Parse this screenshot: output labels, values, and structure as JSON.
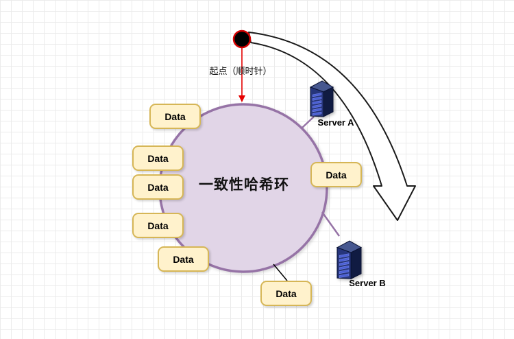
{
  "diagram": {
    "title": "一致性哈希环",
    "start_label": "起点（顺时针）",
    "data_nodes": [
      {
        "label": "Data"
      },
      {
        "label": "Data"
      },
      {
        "label": "Data"
      },
      {
        "label": "Data"
      },
      {
        "label": "Data"
      },
      {
        "label": "Data"
      },
      {
        "label": "Data"
      }
    ],
    "servers": [
      {
        "label": "Server A"
      },
      {
        "label": "Server B"
      }
    ],
    "colors": {
      "ring_fill": "#e1d5e7",
      "ring_stroke": "#9673a6",
      "data_node_fill": "#fff2cc",
      "data_node_stroke": "#d6b656",
      "start_dot_fill": "#000000",
      "start_dot_stroke": "#d40000",
      "start_pointer_arrow": "#e60000",
      "flow_arrow_fill": "#ffffff",
      "flow_arrow_stroke": "#1a1a1a",
      "server_body": "#26357b",
      "server_slats": "#4a5fd4",
      "grid_line": "#ebebeb"
    }
  }
}
